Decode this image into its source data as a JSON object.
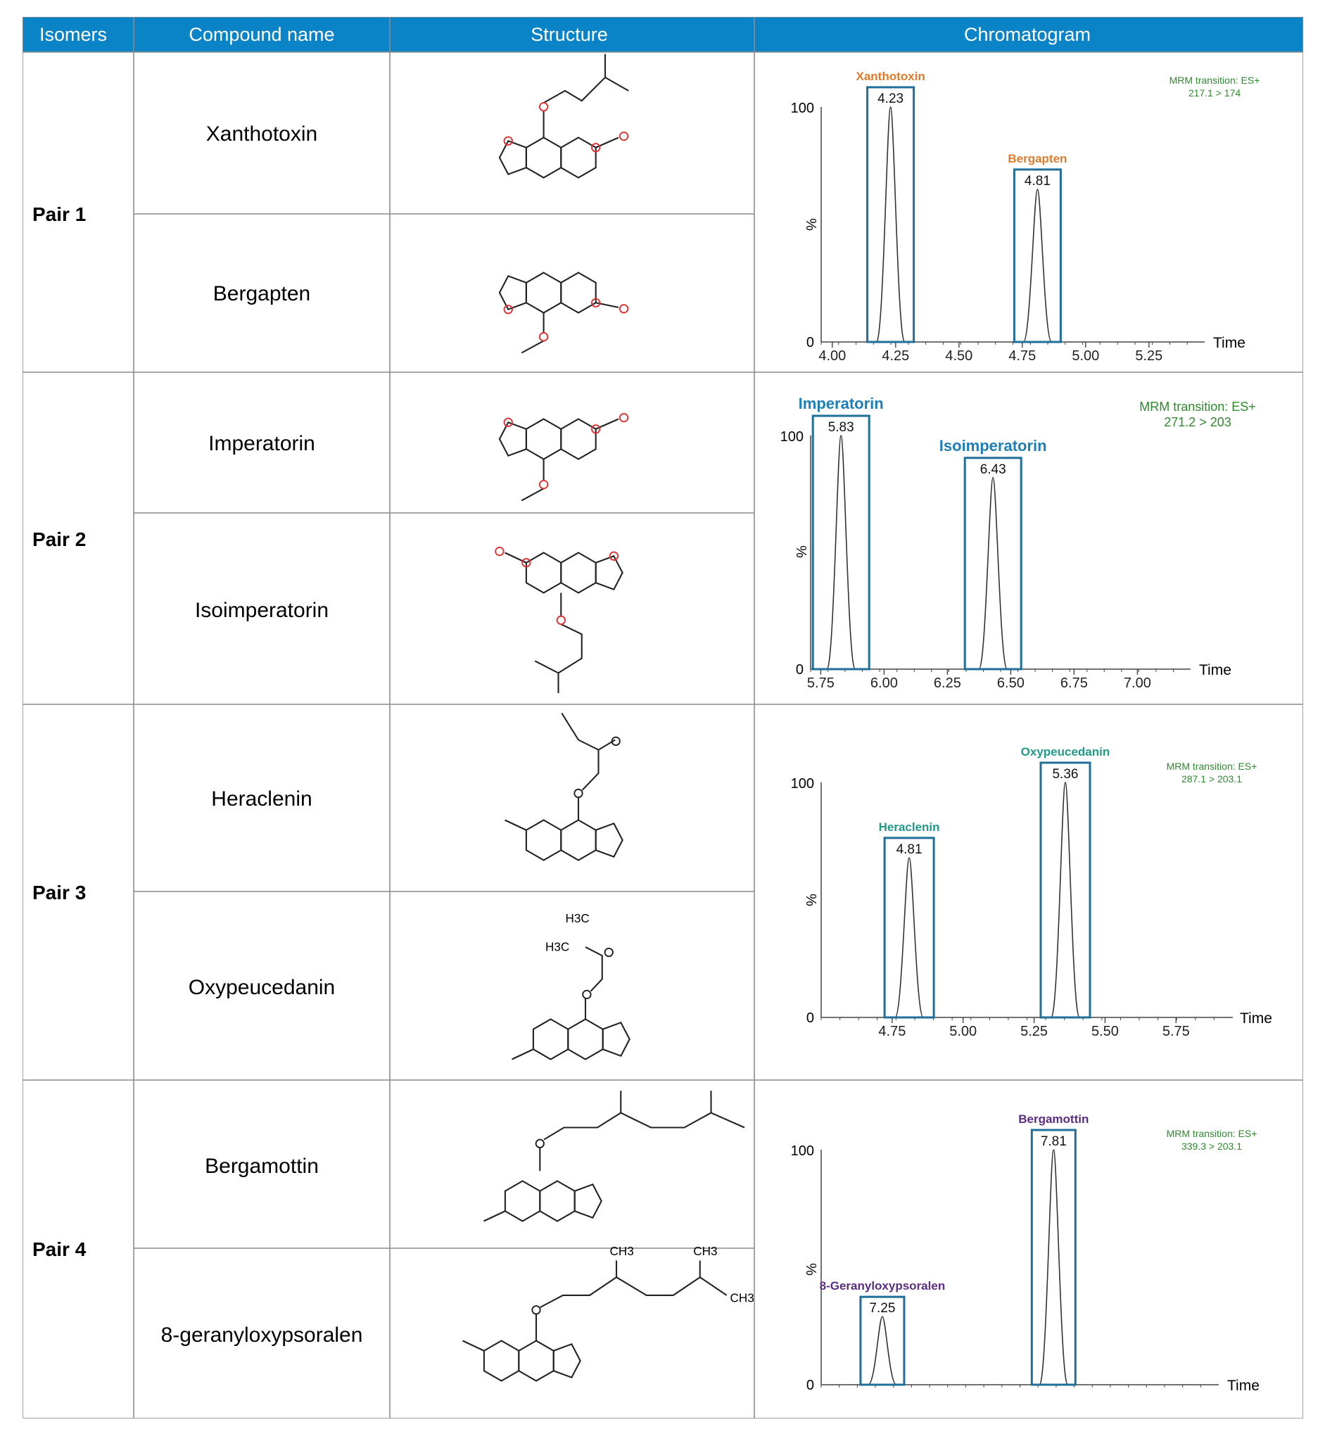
{
  "table": {
    "headers": [
      "Isomers",
      "Compound name",
      "Structure",
      "Chromatogram"
    ],
    "header_bg": "#0a84c6",
    "grid_color": "#8c8c8c",
    "pairs": [
      {
        "label": "Pair 1",
        "compounds": [
          {
            "name": "Xanthotoxin",
            "structure": "xanthotoxin-structure"
          },
          {
            "name": "Bergapten",
            "structure": "bergapten-structure"
          }
        ],
        "chromatogram": {
          "label_color": "#e07b2a",
          "mrm_line1": "MRM transition: ES+",
          "mrm_line2": "217.1 > 174",
          "y_top": "100",
          "y_mid": "%",
          "y_zero": "0",
          "x_ticks": [
            "4.00",
            "4.25",
            "4.50",
            "4.75",
            "5.00",
            "5.25"
          ],
          "x_title": "Time",
          "peaks": [
            {
              "compound": "Xanthotoxin",
              "rt": "4.23",
              "x": 4.23,
              "height": 100
            },
            {
              "compound": "Bergapten",
              "rt": "4.81",
              "x": 4.81,
              "height": 65
            }
          ]
        }
      },
      {
        "label": "Pair 2",
        "compounds": [
          {
            "name": "Imperatorin",
            "structure": "imperatorin-structure"
          },
          {
            "name": "Isoimperatorin",
            "structure": "isoimperatorin-structure"
          }
        ],
        "chromatogram": {
          "label_color": "#1d7fb8",
          "mrm_line1": "MRM transition: ES+",
          "mrm_line2": "271.2 > 203",
          "y_top": "100",
          "y_mid": "%",
          "y_zero": "0",
          "x_ticks": [
            "5.75",
            "6.00",
            "6.25",
            "6.50",
            "6.75",
            "7.00"
          ],
          "x_title": "Time",
          "peaks": [
            {
              "compound": "Imperatorin",
              "rt": "5.83",
              "x": 5.83,
              "height": 100
            },
            {
              "compound": "Isoimperatorin",
              "rt": "6.43",
              "x": 6.43,
              "height": 82
            }
          ]
        }
      },
      {
        "label": "Pair 3",
        "compounds": [
          {
            "name": "Heraclenin",
            "structure": "heraclenin-structure"
          },
          {
            "name": "Oxypeucedanin",
            "structure": "oxypeucedanin-structure",
            "h3c_1": "H3C",
            "h3c_2": "H3C"
          }
        ],
        "chromatogram": {
          "label_color": "#1f9a8a",
          "mrm_line1": "MRM transition: ES+",
          "mrm_line2": "287.1 > 203.1",
          "y_top": "100",
          "y_mid": "%",
          "y_zero": "0",
          "x_ticks": [
            "4.75",
            "5.00",
            "5.25",
            "5.50",
            "5.75"
          ],
          "x_title": "Time",
          "peaks": [
            {
              "compound": "Heraclenin",
              "rt": "4.81",
              "x": 4.81,
              "height": 68
            },
            {
              "compound": "Oxypeucedanin",
              "rt": "5.36",
              "x": 5.36,
              "height": 100
            }
          ]
        }
      },
      {
        "label": "Pair 4",
        "compounds": [
          {
            "name": "Bergamottin",
            "structure": "bergamottin-structure"
          },
          {
            "name": "8-geranyloxypsoralen",
            "structure": "geranyloxypsoralen-structure",
            "ch3_1": "CH3",
            "ch3_2": "CH3",
            "ch3_3": "CH3"
          }
        ],
        "chromatogram": {
          "label_color": "#5b2d83",
          "mrm_line1": "MRM transition: ES+",
          "mrm_line2": "339.3 > 203.1",
          "y_top": "100",
          "y_mid": "%",
          "y_zero": "0",
          "x_ticks": [],
          "x_title": "Time",
          "peaks": [
            {
              "compound": "8-Geranyloxypsoralen",
              "rt": "7.25",
              "x": 7.25,
              "height": 29
            },
            {
              "compound": "Bergamottin",
              "rt": "7.81",
              "x": 7.81,
              "height": 100
            }
          ]
        }
      }
    ]
  }
}
